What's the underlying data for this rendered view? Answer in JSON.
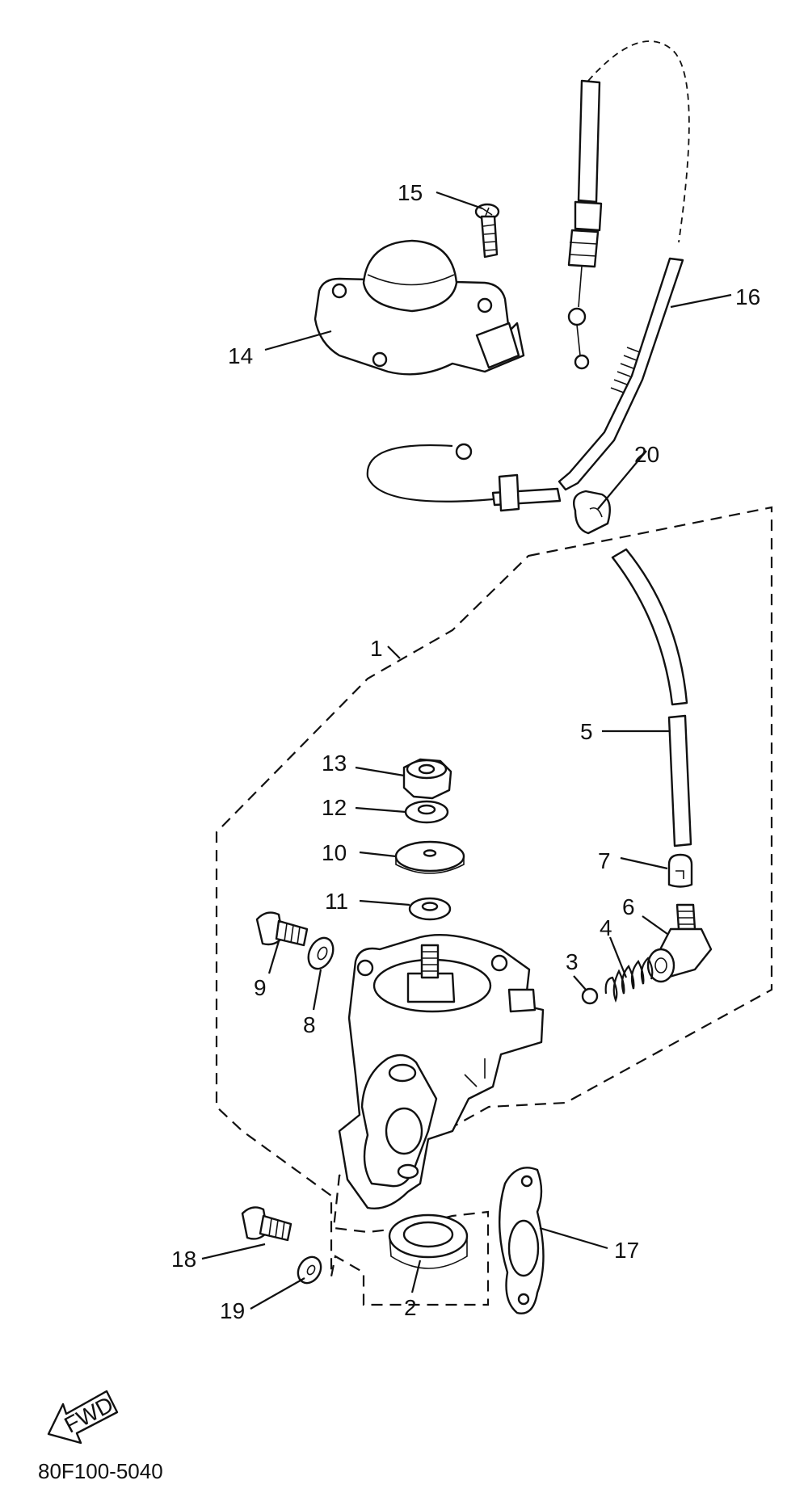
{
  "diagram": {
    "part_labels": {
      "p1": "1",
      "p2": "2",
      "p3": "3",
      "p4": "4",
      "p5": "5",
      "p6": "6",
      "p7": "7",
      "p8": "8",
      "p9": "9",
      "p10": "10",
      "p11": "11",
      "p12": "12",
      "p13": "13",
      "p14": "14",
      "p15": "15",
      "p16": "16",
      "p17": "17",
      "p18": "18",
      "p19": "19",
      "p20": "20"
    },
    "direction_badge": "FWD",
    "drawing_code": "80F100-5040"
  }
}
